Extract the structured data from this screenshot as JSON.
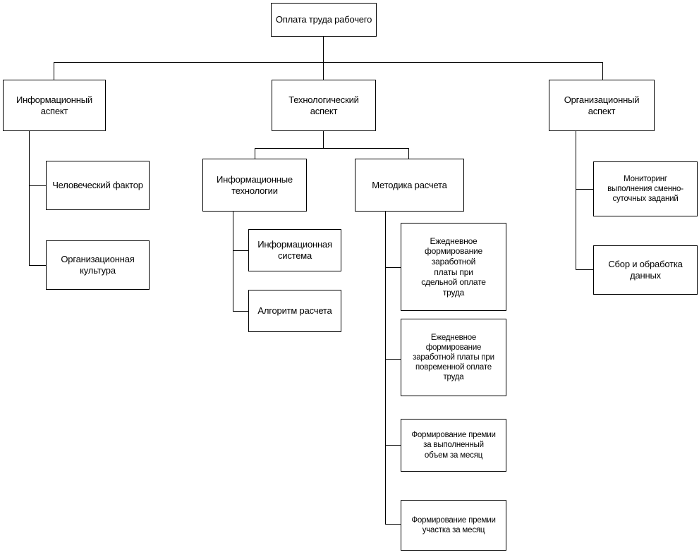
{
  "diagram": {
    "title": "Оплата труда рабочего",
    "type": "hierarchy-tree",
    "line_color": "#000000",
    "box_fill": "#ffffff",
    "text_color": "#000000",
    "root": {
      "label": "Оплата труда рабочего"
    },
    "aspects": [
      {
        "label": "Информационный\nаспект"
      },
      {
        "label": "Технологический\nаспект"
      },
      {
        "label": "Организационный\nаспект"
      }
    ],
    "information_children": [
      {
        "label": "Человеческий фактор"
      },
      {
        "label": "Организационная\nкультура"
      }
    ],
    "technological_children": [
      {
        "label": "Информационные\nтехнологии"
      },
      {
        "label": "Методика расчета"
      }
    ],
    "it_children": [
      {
        "label": "Информационная\nсистема"
      },
      {
        "label": "Алгоритм расчета"
      }
    ],
    "method_children": [
      {
        "label": "Ежедневное\nформирование\nзаработной\nплаты при\nсдельной оплате\nтруда"
      },
      {
        "label": "Ежедневное\nформирование\nзаработной платы при\nповременной оплате\nтруда"
      },
      {
        "label": "Формирование премии\nза выполненный\nобъем за месяц"
      },
      {
        "label": "Формирование премии\nучастка за месяц"
      }
    ],
    "organizational_children": [
      {
        "label": "Мониторинг\nвыполнения сменно-\nсуточных  заданий"
      },
      {
        "label": "Сбор и обработка\nданных"
      }
    ]
  }
}
